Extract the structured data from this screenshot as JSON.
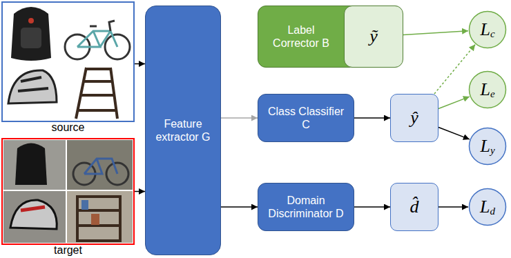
{
  "diagram": {
    "nodes": [
      {
        "text": [
          "source"
        ]
      },
      {
        "text": [
          "target"
        ]
      },
      {
        "text": [
          "Feature extractor G"
        ]
      },
      {
        "text": [
          "Label Corrector B"
        ]
      },
      {
        "text": [
          "ỹ"
        ],
        "in": 3
      },
      {
        "text": [
          "Class Classifier C"
        ]
      },
      {
        "text": [
          "ŷ"
        ]
      },
      {
        "text": [
          "Domain Discriminator D"
        ]
      },
      {
        "text": [
          "d̂"
        ]
      },
      {
        "text": [
          "L",
          "c"
        ]
      },
      {
        "text": [
          "L",
          "e"
        ]
      },
      {
        "text": [
          "L",
          "y"
        ]
      },
      {
        "text": [
          "L",
          "d"
        ]
      }
    ],
    "edges": [
      {
        "from": 0,
        "to": 2,
        "arrow": "to"
      },
      {
        "from": 1,
        "to": 2,
        "arrow": "to"
      },
      {
        "from": 2,
        "to": 5,
        "arrow": "to"
      },
      {
        "from": 2,
        "to": 7,
        "arrow": "to"
      },
      {
        "from": 5,
        "to": 6,
        "arrow": "to"
      },
      {
        "from": 7,
        "to": 8,
        "arrow": "to"
      },
      {
        "from": 4,
        "to": 9,
        "arrow": "to"
      },
      {
        "from": 6,
        "to": 9,
        "arrow": "to"
      },
      {
        "from": 6,
        "to": 10,
        "arrow": "to"
      },
      {
        "from": 6,
        "to": 11,
        "arrow": "to"
      },
      {
        "from": 8,
        "to": 12,
        "arrow": "to"
      }
    ]
  }
}
